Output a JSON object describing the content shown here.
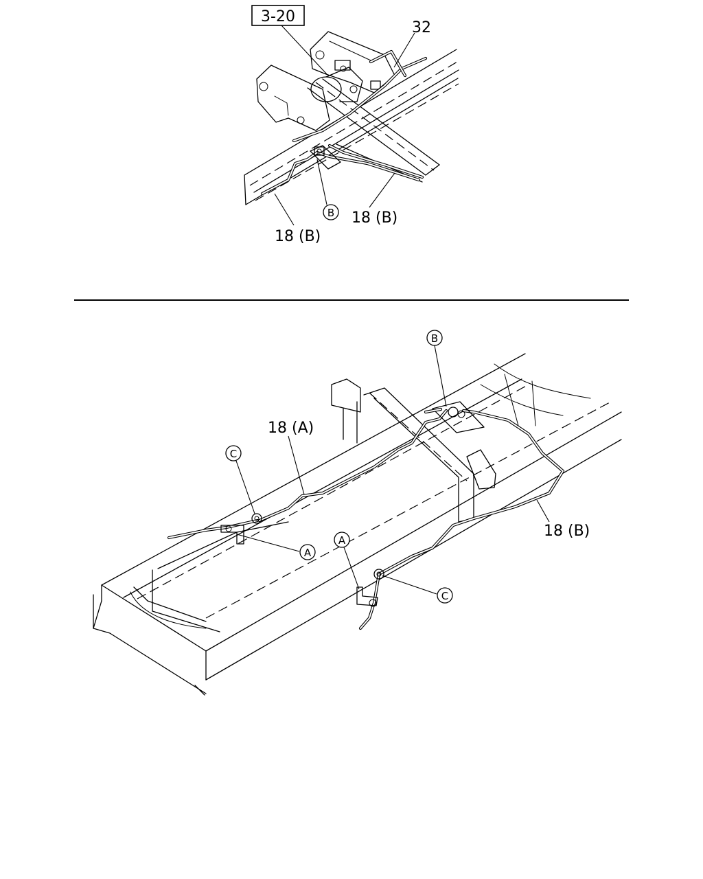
{
  "ref_box": "3-20",
  "upper_view": {
    "part_32": "32",
    "callout_b": "B",
    "pipe_right": "18 (B)",
    "pipe_left": "18 (B)"
  },
  "lower_view": {
    "callout_b": "B",
    "pipe_a": "18 (A)",
    "callout_c_left": "C",
    "callout_a_left": "A",
    "callout_a_right": "A",
    "pipe_b": "18 (B)",
    "callout_c_right": "C"
  }
}
